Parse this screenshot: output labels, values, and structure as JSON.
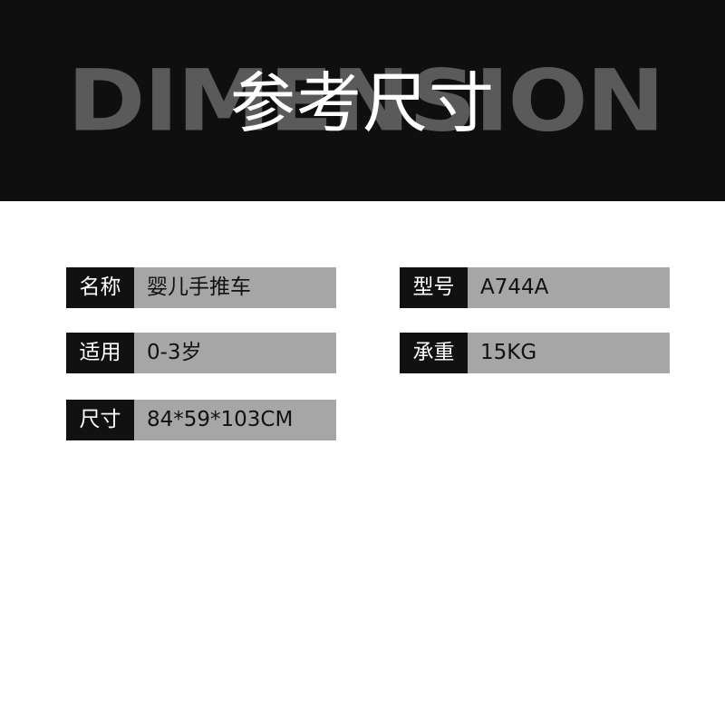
{
  "banner": {
    "title": "参考尺寸",
    "watermark": "DIMENSION"
  },
  "specs": [
    {
      "label": "名称",
      "value": "婴儿手推车"
    },
    {
      "label": "型号",
      "value": "A744A"
    },
    {
      "label": "适用",
      "value": "0-3岁"
    },
    {
      "label": "承重",
      "value": "15KG"
    },
    {
      "label": "尺寸",
      "value": "84*59*103CM"
    }
  ],
  "colors": {
    "banner_bg": "#0f0f0f",
    "watermark": "#5a5a5a",
    "label_bg": "#111111",
    "value_bg": "#a6a6a6"
  }
}
